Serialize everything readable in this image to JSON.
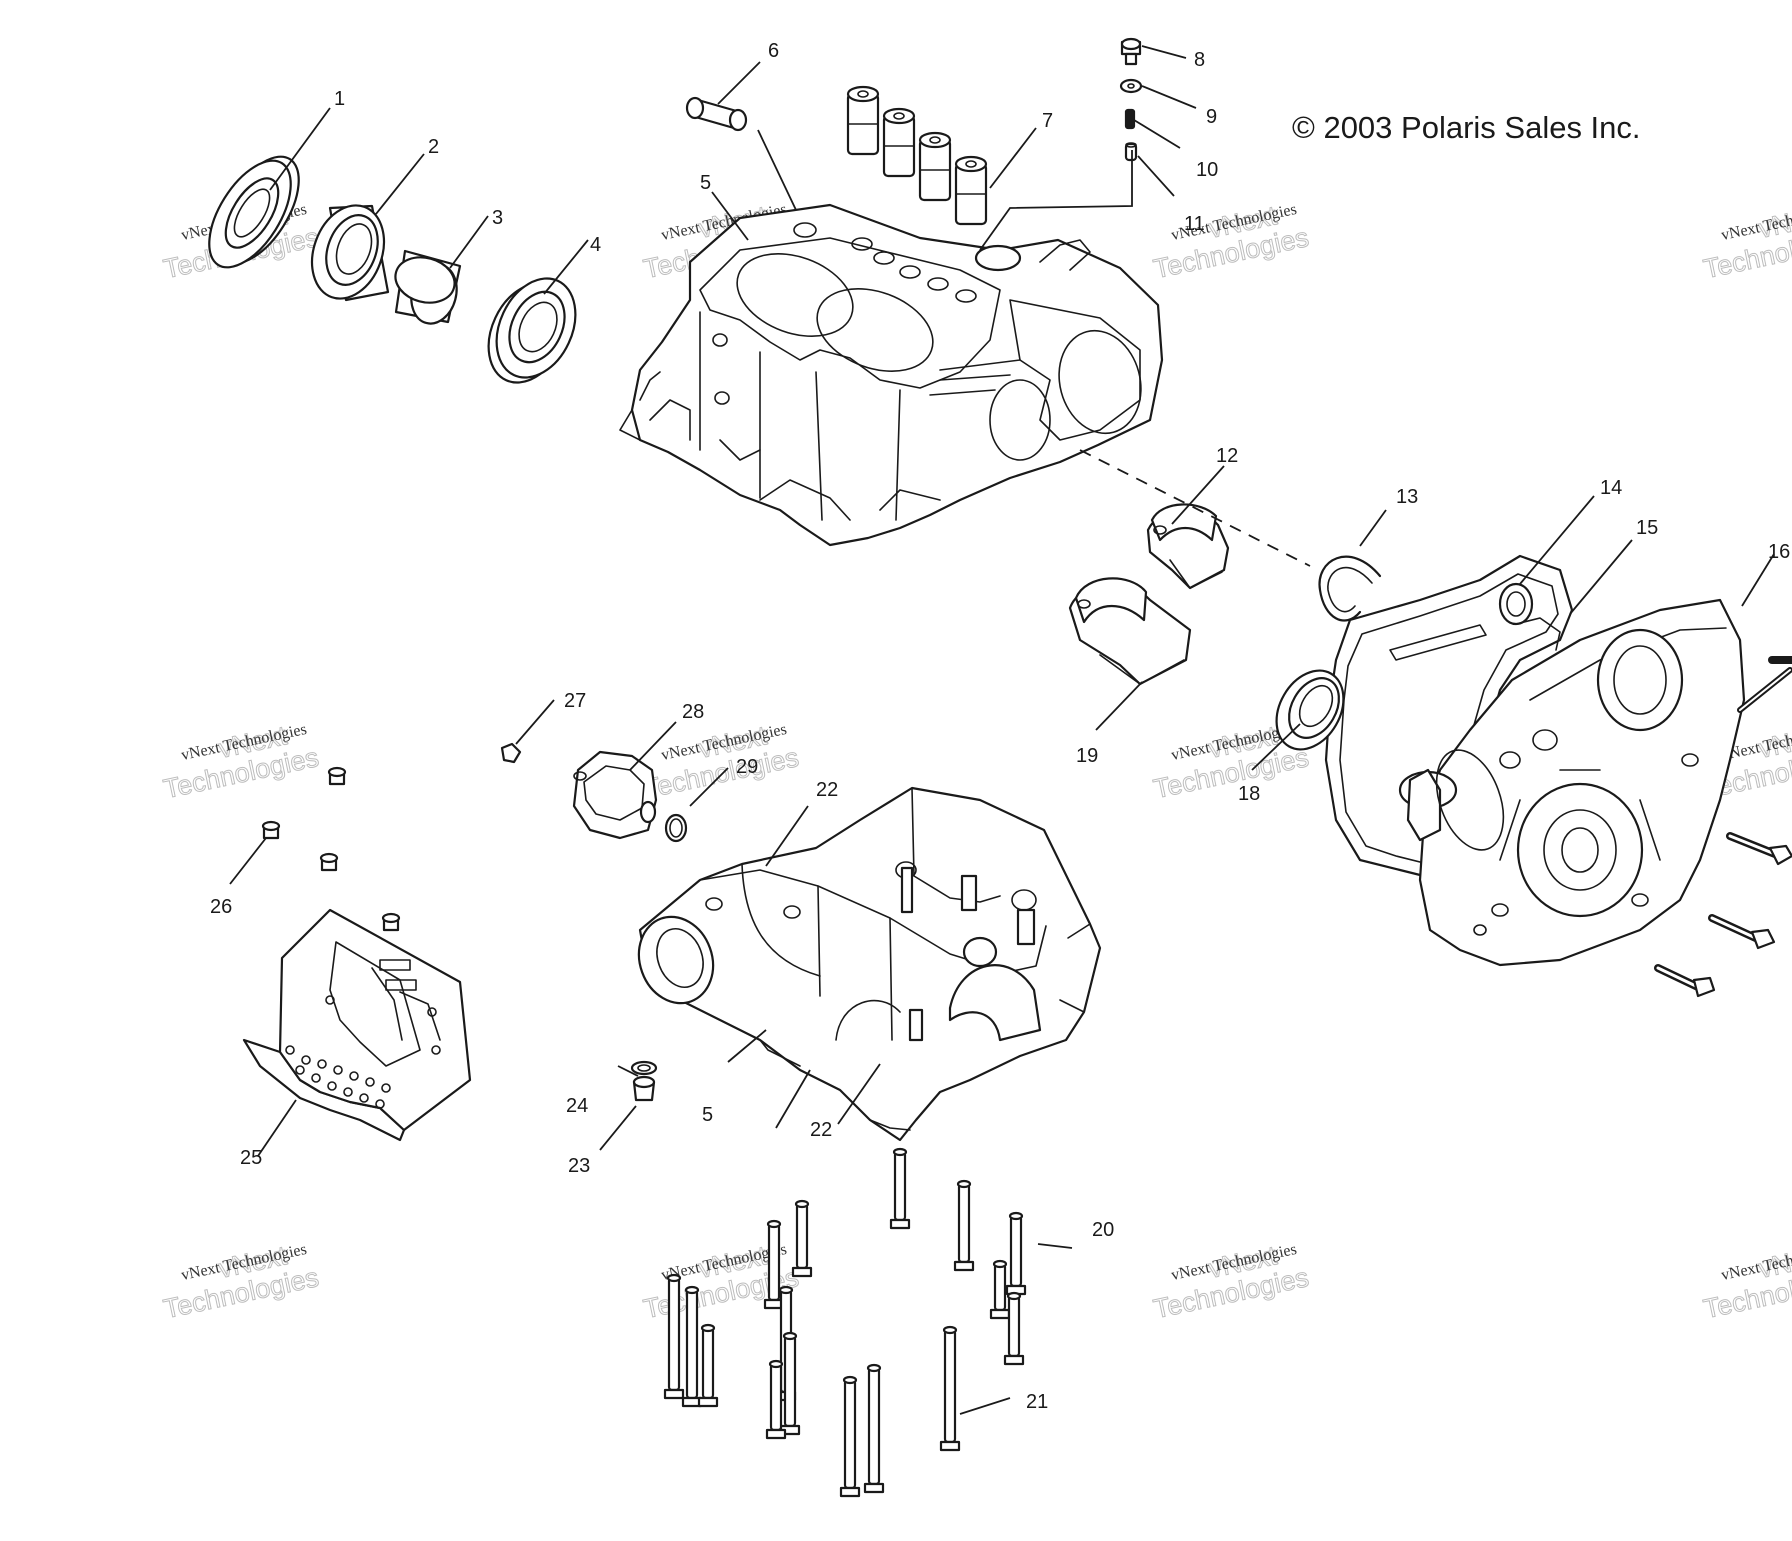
{
  "copyright": "© 2003 Polaris Sales Inc.",
  "watermark": {
    "small_text": "vNext Technologies",
    "big_line1": "vNext",
    "big_line2": "Technologies"
  },
  "callouts": {
    "c1": "1",
    "c2": "2",
    "c3": "3",
    "c4": "4",
    "c5": "5",
    "c6": "6",
    "c7": "7",
    "c8": "8",
    "c9": "9",
    "c10": "10",
    "c11": "11",
    "c12": "12",
    "c13": "13",
    "c14": "14",
    "c15": "15",
    "c16": "16",
    "c18": "18",
    "c19": "19",
    "c20": "20",
    "c21": "21",
    "c22": "22",
    "c23": "23",
    "c24": "24",
    "c25": "25",
    "c26": "26",
    "c27": "27",
    "c28": "28",
    "c29": "29"
  },
  "colors": {
    "ink": "#1a1a1a",
    "paper": "#ffffff",
    "watermark": "#bdbdbd"
  }
}
